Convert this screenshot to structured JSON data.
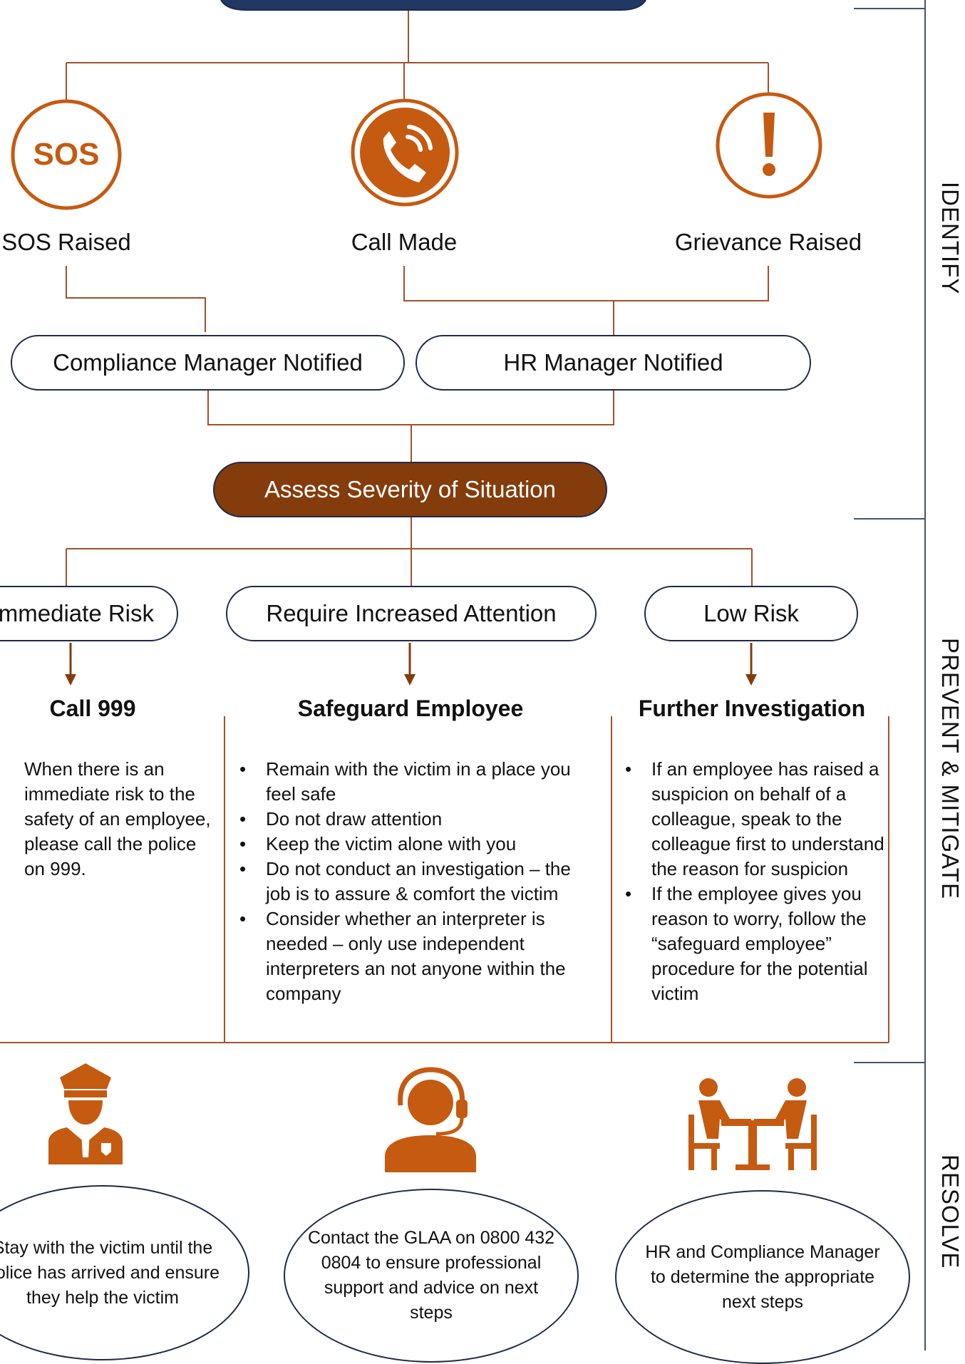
{
  "triggers": [
    {
      "icon": "sos-icon",
      "icon_text": "SOS",
      "label": "SOS Raised"
    },
    {
      "icon": "phone-call-icon",
      "label": "Call Made"
    },
    {
      "icon": "exclamation-icon",
      "label": "Grievance Raised"
    }
  ],
  "notify": {
    "compliance": "Compliance Manager Notified",
    "hr": "HR Manager Notified"
  },
  "assess": "Assess Severity of Situation",
  "risk_levels": [
    {
      "label": "Immediate Risk",
      "heading": "Call 999",
      "text": "When there is an immediate risk to the safety of an employee, please call the police on 999."
    },
    {
      "label": "Require Increased Attention",
      "heading": "Safeguard Employee",
      "bullets": [
        "Remain with the victim in a place you feel safe",
        "Do not draw attention",
        "Keep the victim alone with you",
        "Do not conduct an investigation – the job is to assure & comfort the victim",
        "Consider whether an interpreter is needed – only use independent interpreters an not anyone within the company"
      ]
    },
    {
      "label": "Low Risk",
      "heading": "Further Investigation",
      "bullets": [
        "If an employee has raised a suspicion on behalf of a colleague, speak to the colleague first to understand the reason for suspicion",
        "If the employee gives you reason to worry, follow the “safeguard employee” procedure for the potential victim"
      ]
    }
  ],
  "resolve": [
    {
      "icon": "police-officer-icon",
      "text": "Stay with the victim until the police has arrived and ensure they help the victim"
    },
    {
      "icon": "headset-operator-icon",
      "text": "Contact the GLAA on 0800 432 0804 to ensure professional support and advice on next steps"
    },
    {
      "icon": "meeting-table-icon",
      "text": "HR and Compliance Manager to determine the appropriate next steps"
    }
  ],
  "phases": [
    "IDENTIFY",
    "PREVENT & MITIGATE",
    "RESOLVE"
  ],
  "colors": {
    "accent": "#c55a11",
    "dark_brown": "#843c0c",
    "navy": "#1f2a4a",
    "top_box": "#1f3864",
    "connector": "#a0522d",
    "phase_line": "#44546a"
  }
}
